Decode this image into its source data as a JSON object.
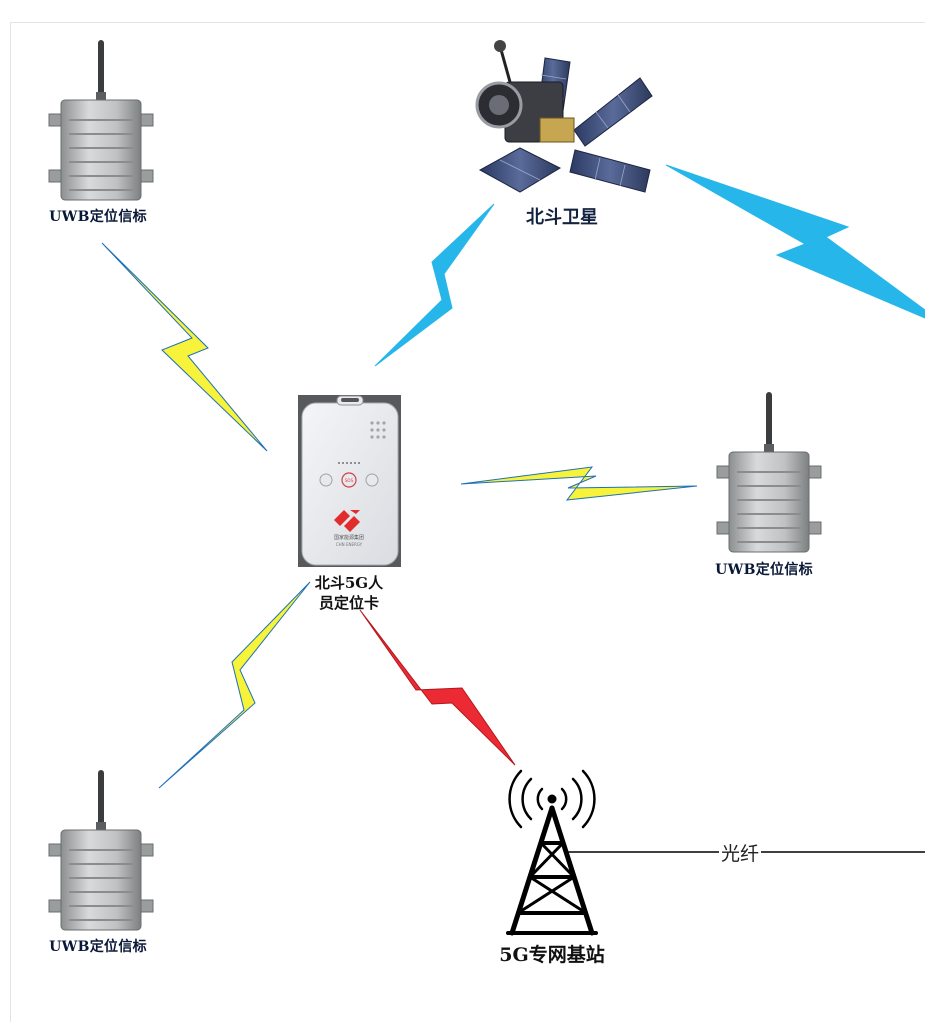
{
  "labels": {
    "uwb_top_left": "UWB定位信标",
    "uwb_right": "UWB定位信标",
    "uwb_bottom_left": "UWB定位信标",
    "satellite": "北斗卫星",
    "card_line1": "北斗5G人",
    "card_line2": "员定位卡",
    "fiber": "光纤",
    "base_station": "5G专网基站"
  },
  "card_face": {
    "sos": "SOS",
    "brand_cn": "国家能源集团",
    "brand_en": "CHN ENERGY"
  },
  "colors": {
    "uwb_link": "#f6f33a",
    "uwb_link_edge": "#1f70b8",
    "satellite_link": "#27b6ea",
    "base_link": "#ec2a34",
    "fiber_line": "#000000",
    "brand_red": "#e12c2c"
  }
}
